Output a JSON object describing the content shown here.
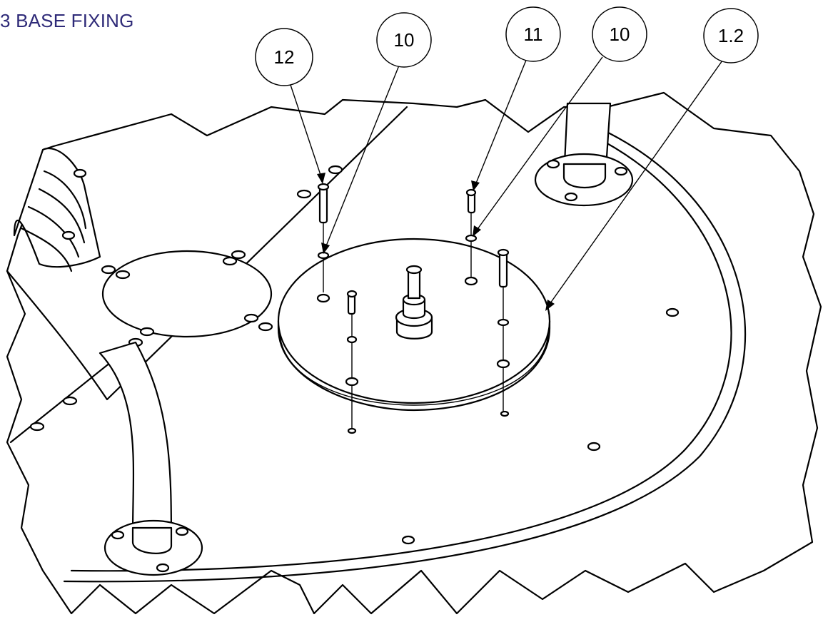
{
  "title": "3 BASE FIXING",
  "callouts": [
    {
      "id": "callout-12",
      "label": "12"
    },
    {
      "id": "callout-10-left",
      "label": "10"
    },
    {
      "id": "callout-11",
      "label": "11"
    },
    {
      "id": "callout-10-right",
      "label": "10"
    },
    {
      "id": "callout-1-2",
      "label": "1.2"
    }
  ]
}
